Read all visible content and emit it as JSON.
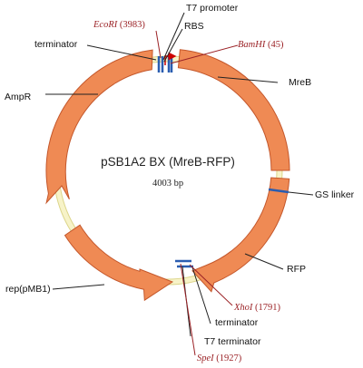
{
  "plasmid": {
    "name": "pSB1A2 BX (MreB-RFP)",
    "size": "4003 bp"
  },
  "features": {
    "mreb": "MreB",
    "gs_linker": "GS linker",
    "rfp": "RFP",
    "rep": "rep(pMB1)",
    "ampr": "AmpR",
    "terminator_top": "terminator",
    "terminator_bottom": "terminator",
    "t7_terminator": "T7 terminator",
    "t7_promoter": "T7 promoter",
    "rbs": "RBS"
  },
  "sites": {
    "ecori": {
      "name": "EcoRI",
      "pos": "(3983)"
    },
    "bamhi": {
      "name": "BamHI",
      "pos": "(45)"
    },
    "xhoi": {
      "name": "XhoI",
      "pos": "(1791)"
    },
    "spei": {
      "name": "SpeI",
      "pos": "(1927)"
    }
  },
  "colors": {
    "arrow_fill": "#ef8a54",
    "arrow_stroke": "#c4572b",
    "backbone": "#f2edb0",
    "marker_blue": "#2a5db0",
    "site_red": "#9b2226",
    "leader": "#222222"
  }
}
